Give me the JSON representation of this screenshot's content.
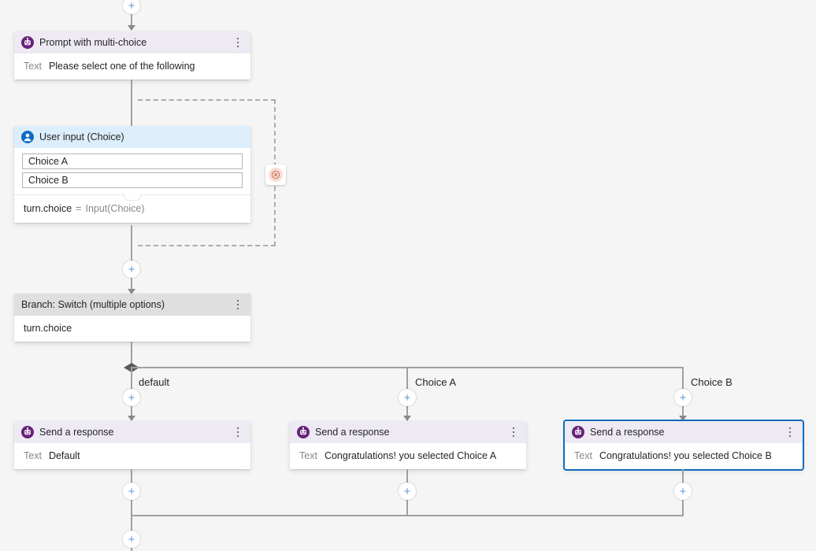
{
  "canvas": {
    "background": "#f5f5f5",
    "connector_color": "#a0a0a0",
    "selected_outline": "#0f6cbd",
    "add_icon": "+"
  },
  "nodes": {
    "prompt": {
      "icon": "bot-icon",
      "title": "Prompt with multi-choice",
      "field_label": "Text",
      "field_value": "Please select one of the following",
      "menu_icon": "more-vertical-icon",
      "header_color": "#eeeaf4"
    },
    "user_input": {
      "icon": "person-icon",
      "title": "User input (Choice)",
      "choices": [
        "Choice A",
        "Choice B"
      ],
      "assign_variable": "turn.choice",
      "assign_operator": "=",
      "assign_value": "Input(Choice)",
      "header_color": "#dcedfb",
      "interrupt_icon": "interrupt-cancel-icon"
    },
    "branch": {
      "title": "Branch: Switch (multiple options)",
      "condition": "turn.choice",
      "menu_icon": "more-vertical-icon",
      "header_color": "#dfdfdf"
    },
    "response_default": {
      "icon": "bot-icon",
      "title": "Send a response",
      "field_label": "Text",
      "field_value": "Default",
      "menu_icon": "more-vertical-icon",
      "selected": false
    },
    "response_choice_a": {
      "icon": "bot-icon",
      "title": "Send a response",
      "field_label": "Text",
      "field_value": "Congratulations! you selected Choice A",
      "menu_icon": "more-vertical-icon",
      "selected": false
    },
    "response_choice_b": {
      "icon": "bot-icon",
      "title": "Send a response",
      "field_label": "Text",
      "field_value": "Congratulations! you selected Choice B",
      "menu_icon": "more-vertical-icon",
      "selected": true
    }
  },
  "branch_labels": {
    "default": "default",
    "choice_a": "Choice A",
    "choice_b": "Choice B"
  }
}
